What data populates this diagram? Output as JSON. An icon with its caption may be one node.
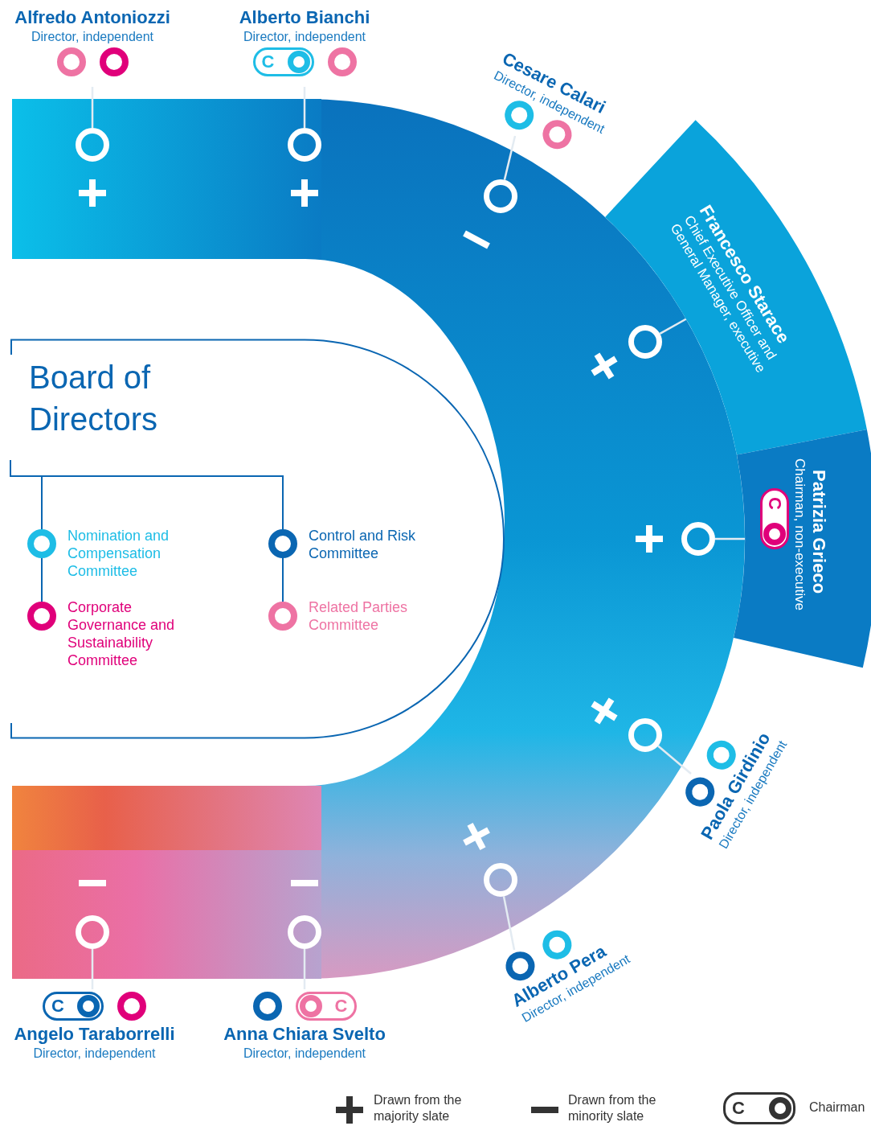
{
  "diagram": {
    "nodes": [
      {
        "text": [
          "Alfredo Antoniozzi",
          "Director, independent"
        ]
      },
      {
        "text": [
          "Alberto Bianchi",
          "Director, independent"
        ]
      },
      {
        "text": [
          "Cesare Calari",
          "Director, independent"
        ]
      },
      {
        "text": [
          "Francesco Starace",
          "Chief Executive Officer and General Manager, executive"
        ]
      },
      {
        "text": [
          "Patrizia Grieco",
          "Chairman, non-executive"
        ]
      },
      {
        "text": [
          "Paola Girdinio",
          "Director, independent"
        ]
      },
      {
        "text": [
          "Alberto Pera",
          "Director, independent"
        ]
      },
      {
        "text": [
          "Angelo Taraborrelli",
          "Director, independent"
        ]
      },
      {
        "text": [
          "Anna Chiara Svelto",
          "Director, independent"
        ]
      },
      {
        "text": [],
        "shape": "circle"
      },
      {
        "text": [],
        "shape": "circle"
      },
      {
        "text": [],
        "shape": "circle"
      },
      {
        "text": [],
        "shape": "circle"
      },
      {
        "text": [],
        "shape": "circle"
      },
      {
        "text": [],
        "shape": "circle"
      },
      {
        "text": [],
        "shape": "circle"
      },
      {
        "text": [],
        "shape": "circle"
      },
      {
        "text": [],
        "shape": "circle"
      },
      {
        "text": [
          "Board of Directors"
        ]
      }
    ],
    "edges": [
      {
        "from": 9,
        "to": 0,
        "arrow": "none"
      },
      {
        "from": 10,
        "to": 1,
        "arrow": "none"
      },
      {
        "from": 11,
        "to": 2,
        "arrow": "none"
      },
      {
        "from": 12,
        "to": 3,
        "arrow": "none"
      },
      {
        "from": 13,
        "to": 4,
        "arrow": "none"
      },
      {
        "from": 14,
        "to": 5,
        "arrow": "none"
      },
      {
        "from": 15,
        "to": 6,
        "arrow": "none"
      },
      {
        "from": 16,
        "to": 7,
        "arrow": "none"
      },
      {
        "from": 17,
        "to": 8,
        "arrow": "none"
      }
    ],
    "labels": [
      "C",
      "C",
      "C",
      "C",
      "C"
    ],
    "legend": [
      {
        "text": "Nomination and Compensation Committee",
        "color": "#1ebde6"
      },
      {
        "text": "Corporate Governance and Sustainability Committee",
        "color": "#e0007a"
      },
      {
        "text": "Control and Risk Committee",
        "color": "#0a66b2"
      },
      {
        "text": "Related Parties Committee",
        "color": "#ee73a3"
      },
      {
        "text": "Drawn from the majority slate"
      },
      {
        "text": "Drawn from the minority slate"
      },
      {
        "text": "Chairman"
      }
    ]
  }
}
